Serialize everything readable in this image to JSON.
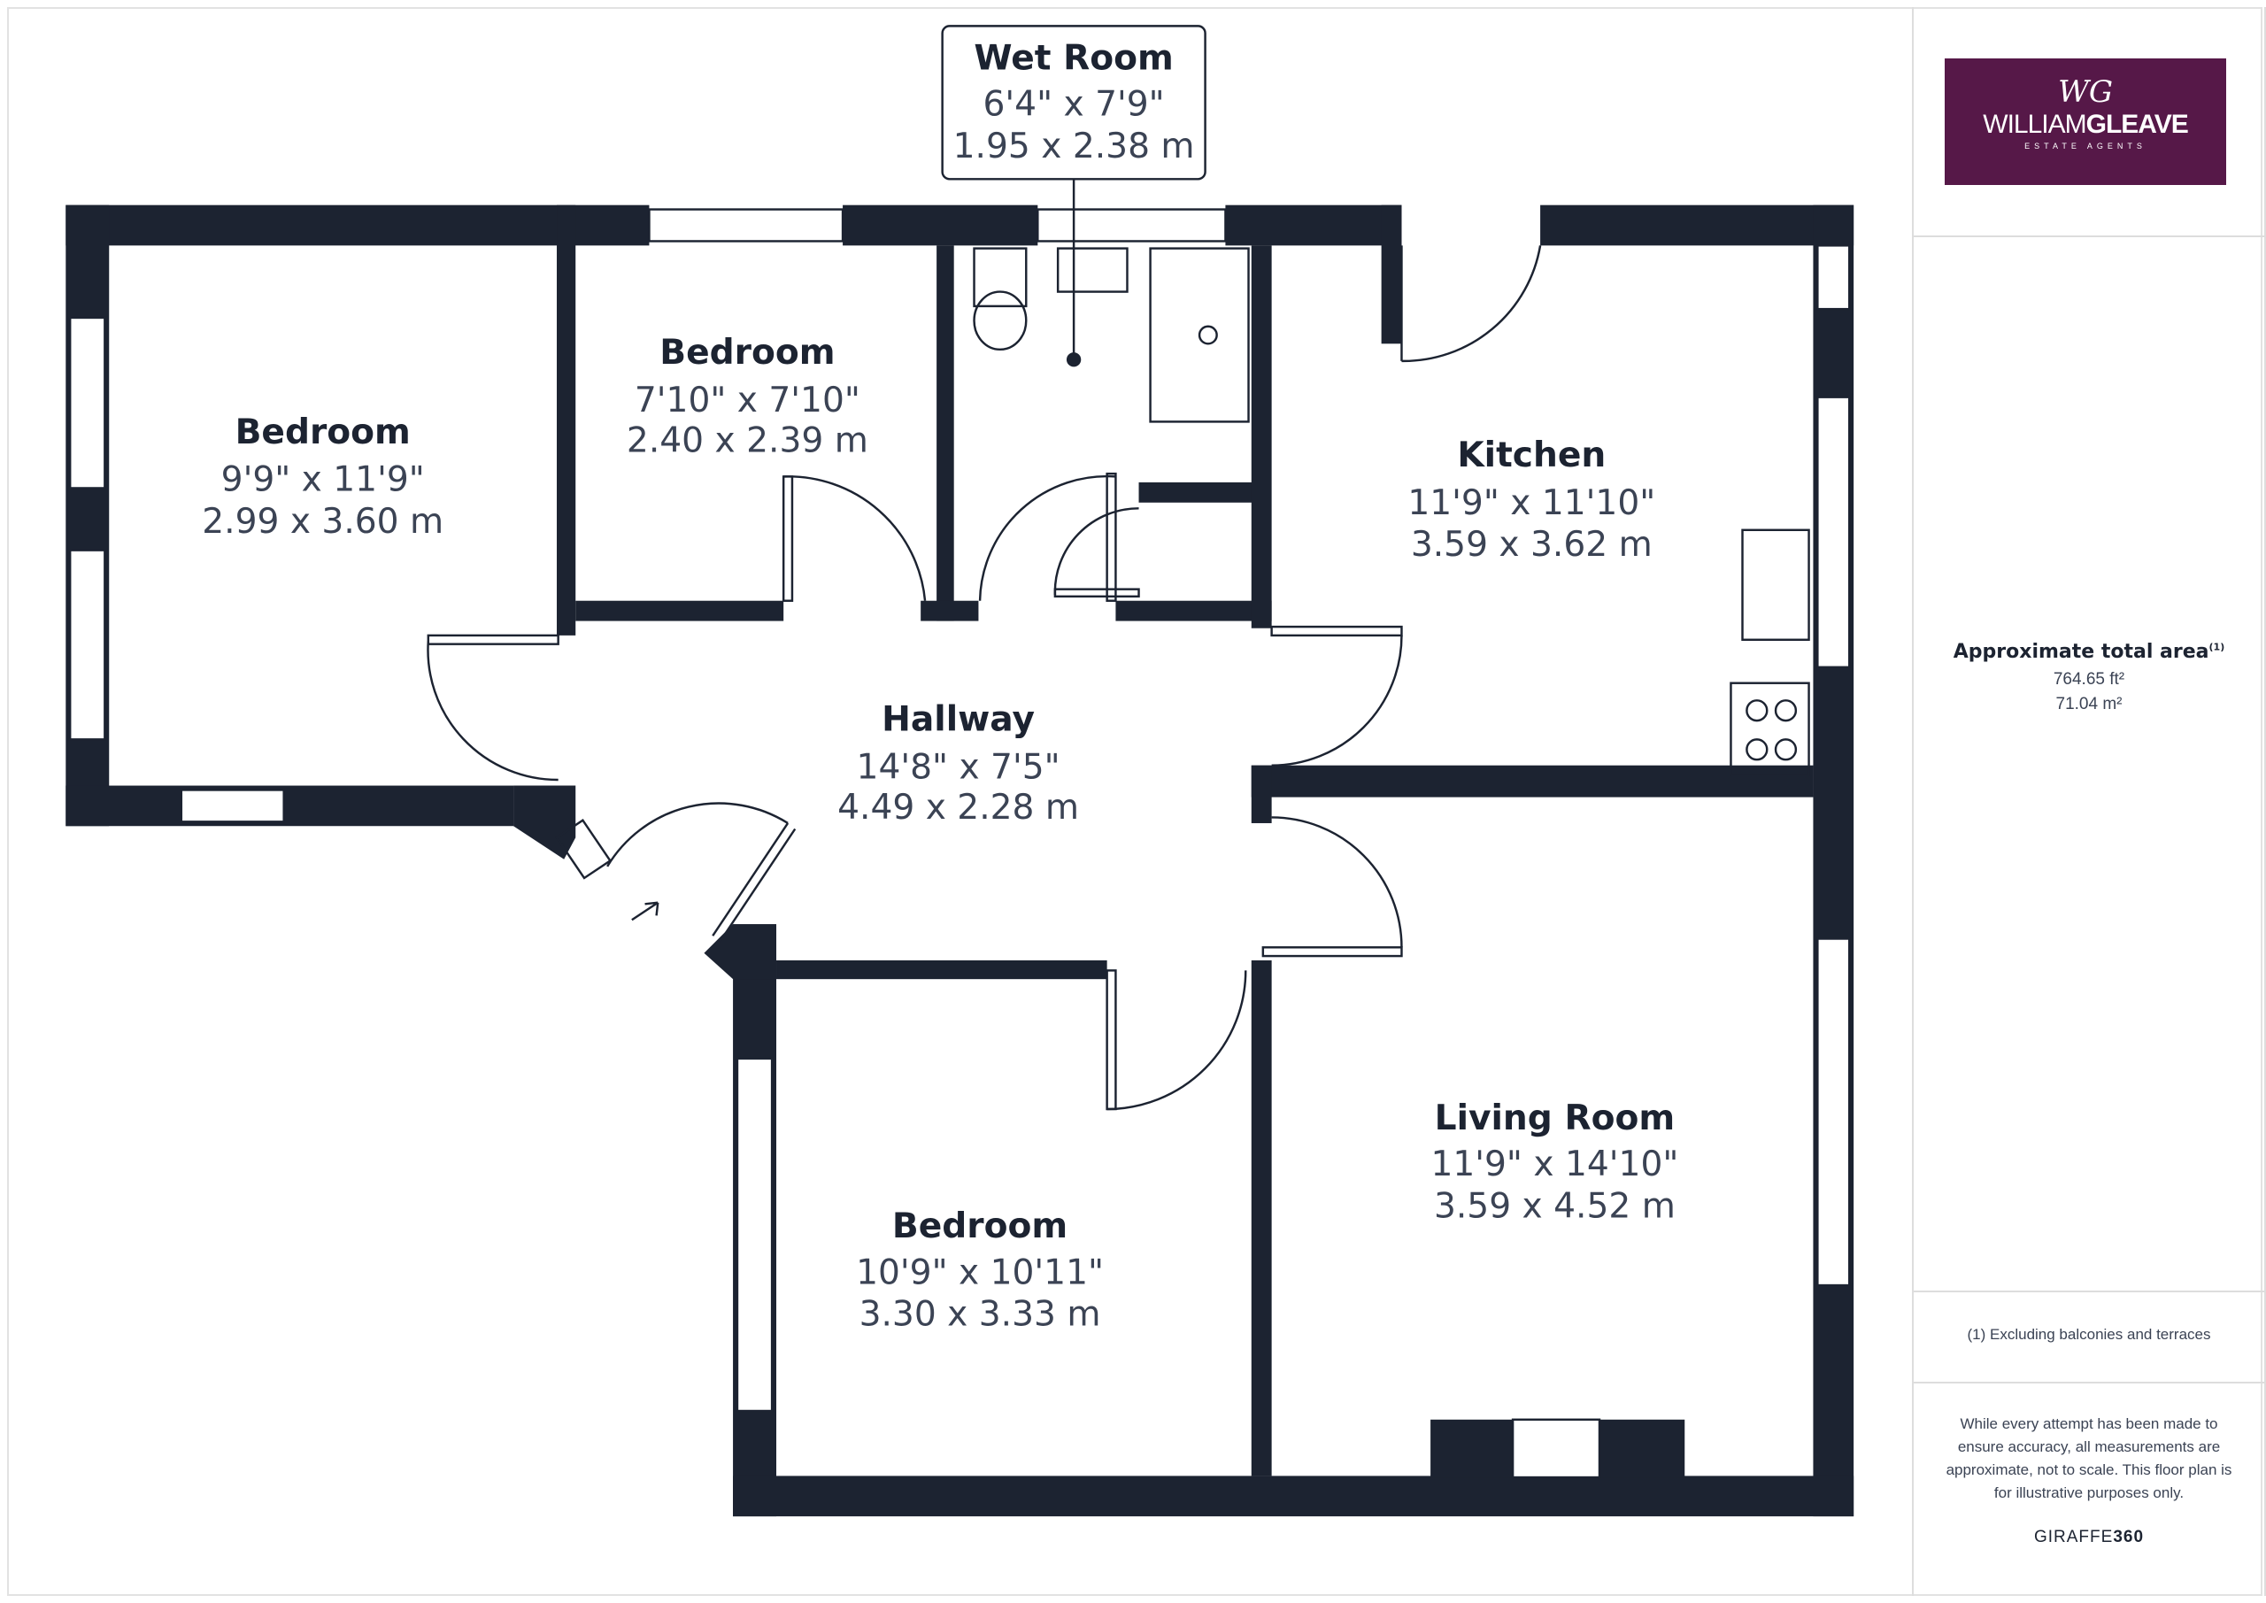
{
  "rooms": [
    {
      "name": "Wet Room",
      "imperial": "6'4\" x 7'9\"",
      "metric": "1.95 x 2.38 m"
    },
    {
      "name": "Bedroom",
      "imperial": "9'9\" x 11'9\"",
      "metric": "2.99 x 3.60 m"
    },
    {
      "name": "Bedroom",
      "imperial": "7'10\" x 7'10\"",
      "metric": "2.40 x 2.39 m"
    },
    {
      "name": "Kitchen",
      "imperial": "11'9\" x 11'10\"",
      "metric": "3.59 x 3.62 m"
    },
    {
      "name": "Hallway",
      "imperial": "14'8\" x 7'5\"",
      "metric": "4.49 x 2.28 m"
    },
    {
      "name": "Living Room",
      "imperial": "11'9\" x 14'10\"",
      "metric": "3.59 x 4.52 m"
    },
    {
      "name": "Bedroom",
      "imperial": "10'9\" x 10'11\"",
      "metric": "3.30 x 3.33 m"
    }
  ],
  "logo": {
    "monogram": "WG",
    "name_light": "WILLIAM",
    "name_bold": "GLEAVE",
    "tagline": "ESTATE AGENTS"
  },
  "area": {
    "title": "Approximate total area",
    "footnote_mark": "(1)",
    "imperial": "764.65 ft²",
    "metric": "71.04 m²"
  },
  "note": "(1) Excluding balconies and terraces",
  "disclaimer": "While every attempt has been made to ensure accuracy, all measurements are approximate, not to scale. This floor plan is for illustrative purposes only.",
  "brand": {
    "light": "GIRAFFE",
    "bold": "360"
  },
  "colors": {
    "wall": "#1c2331",
    "logo_bg": "#561848"
  }
}
